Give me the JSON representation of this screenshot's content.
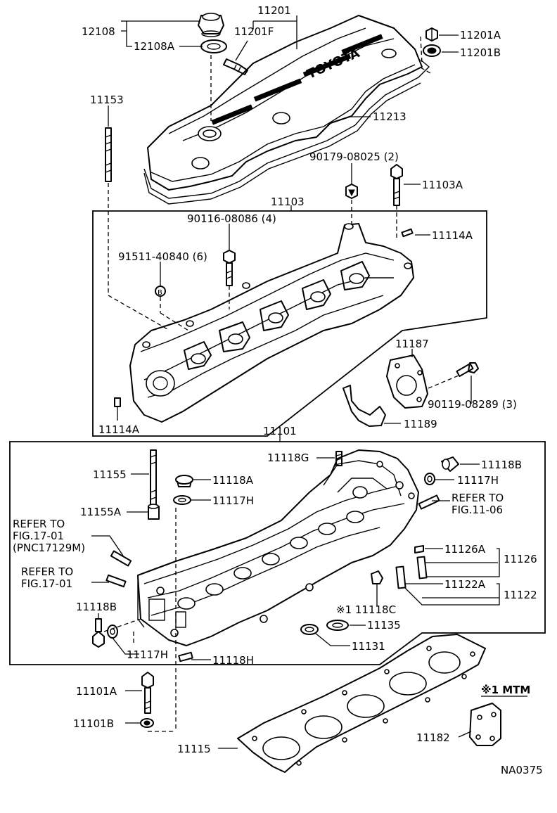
{
  "diagram": {
    "code": "NA0375",
    "labels": {
      "p11201": "11201",
      "p12108": "12108",
      "p12108A": "12108A",
      "p11201F": "11201F",
      "p11201A": "11201A",
      "p11201B": "11201B",
      "p11213": "11213",
      "p11153": "11153",
      "p90179": "90179-08025 (2)",
      "p11103A": "11103A",
      "p11103": "11103",
      "p90116": "90116-08086 (4)",
      "p11114A_top": "11114A",
      "p91511": "91511-40840 (6)",
      "p11187": "11187",
      "p90119": "90119-08289 (3)",
      "p11189": "11189",
      "p11114A_bot": "11114A",
      "p11101": "11101",
      "p11118G": "11118G",
      "p11118B_r": "11118B",
      "p11155": "11155",
      "p11118A": "11118A",
      "p11117H_r": "11117H",
      "p11117H_m": "11117H",
      "p11155A": "11155A",
      "refer1_a": "REFER TO",
      "refer1_b": "FIG.11-06",
      "refer2_a": "REFER TO",
      "refer2_b": "FIG.17-01",
      "refer2_c": "(PNC17129M)",
      "refer3_a": "REFER TO",
      "refer3_b": "FIG.17-01",
      "p11126A": "11126A",
      "p11126": "11126",
      "p11122A": "11122A",
      "p11122": "11122",
      "p11118C": "※1  11118C",
      "p11118B_l": "11118B",
      "p11135": "11135",
      "p11117H_b": "11117H",
      "p11118H": "11118H",
      "p11131": "11131",
      "p11101A": "11101A",
      "p11101B": "11101B",
      "p11115": "11115",
      "note_mtm": "※1  MTM",
      "p11182": "11182",
      "marker_b": "B"
    }
  }
}
